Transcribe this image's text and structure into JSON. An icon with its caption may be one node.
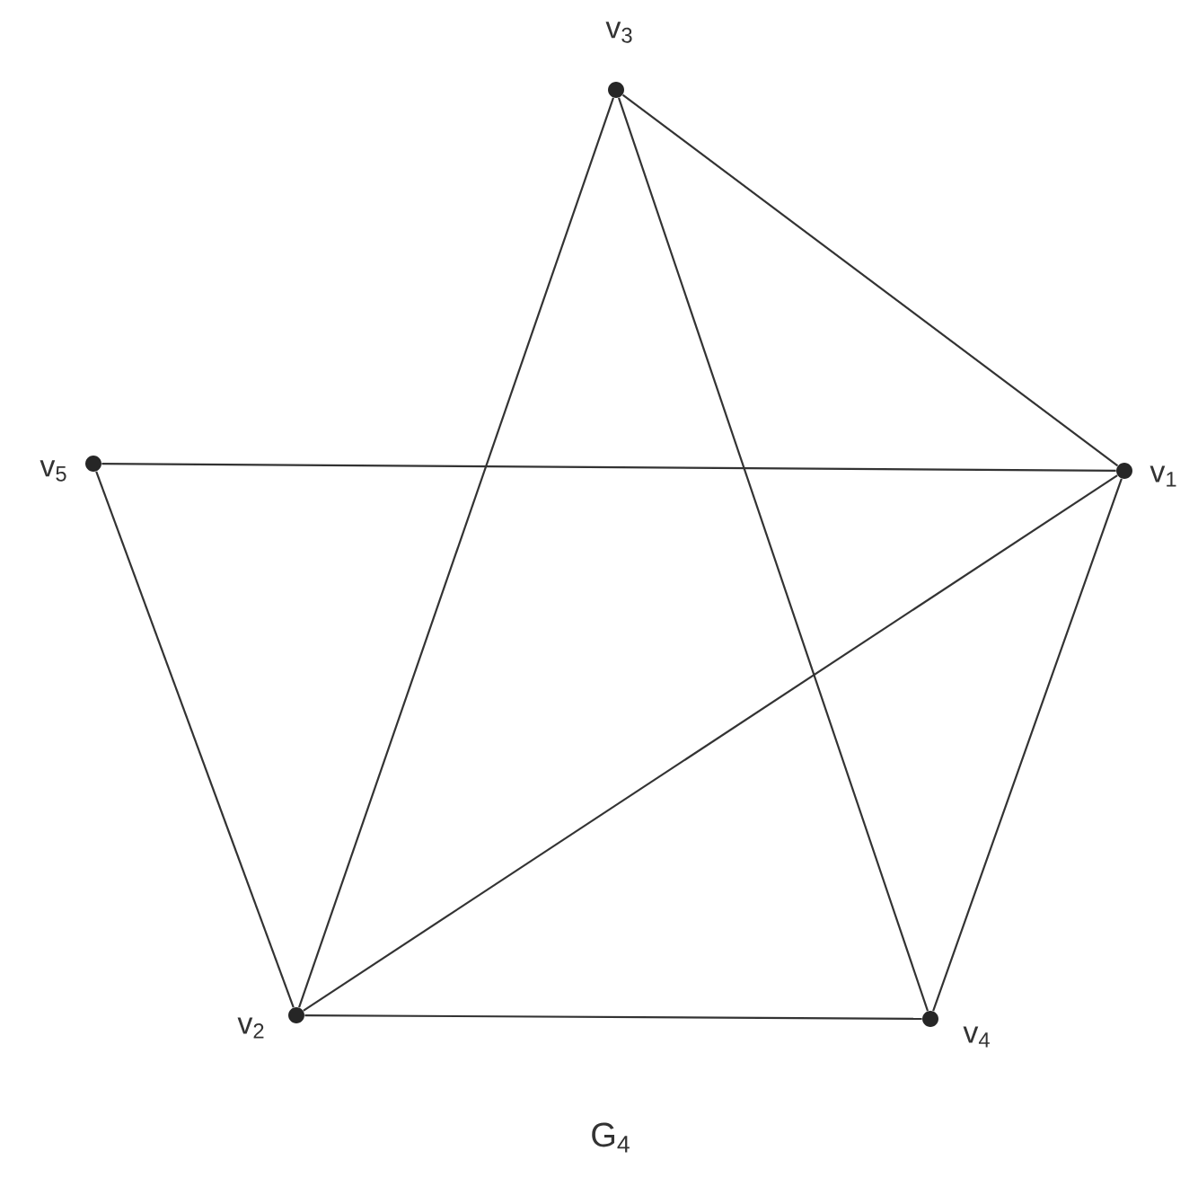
{
  "diagram": {
    "caption": "G$_{4}$",
    "nodes": [
      {
        "text": [],
        "shape": "circle",
        "beside": [
          "v$_{3}$"
        ]
      },
      {
        "text": [],
        "shape": "circle",
        "beside": [
          "v$_{5}$"
        ]
      },
      {
        "text": [],
        "shape": "circle",
        "beside": [
          "v$_{1}$"
        ]
      },
      {
        "text": [],
        "shape": "circle",
        "beside": [
          "v$_{2}$"
        ]
      },
      {
        "text": [],
        "shape": "circle",
        "beside": [
          "v$_{4}$"
        ]
      }
    ],
    "edges": [
      {
        "from": 0,
        "to": 2,
        "arrow": "none"
      },
      {
        "from": 0,
        "to": 3,
        "arrow": "none"
      },
      {
        "from": 0,
        "to": 4,
        "arrow": "none"
      },
      {
        "from": 1,
        "to": 2,
        "arrow": "none"
      },
      {
        "from": 1,
        "to": 3,
        "arrow": "none"
      },
      {
        "from": 2,
        "to": 3,
        "arrow": "none"
      },
      {
        "from": 2,
        "to": 4,
        "arrow": "none"
      },
      {
        "from": 3,
        "to": 4,
        "arrow": "none"
      }
    ]
  }
}
